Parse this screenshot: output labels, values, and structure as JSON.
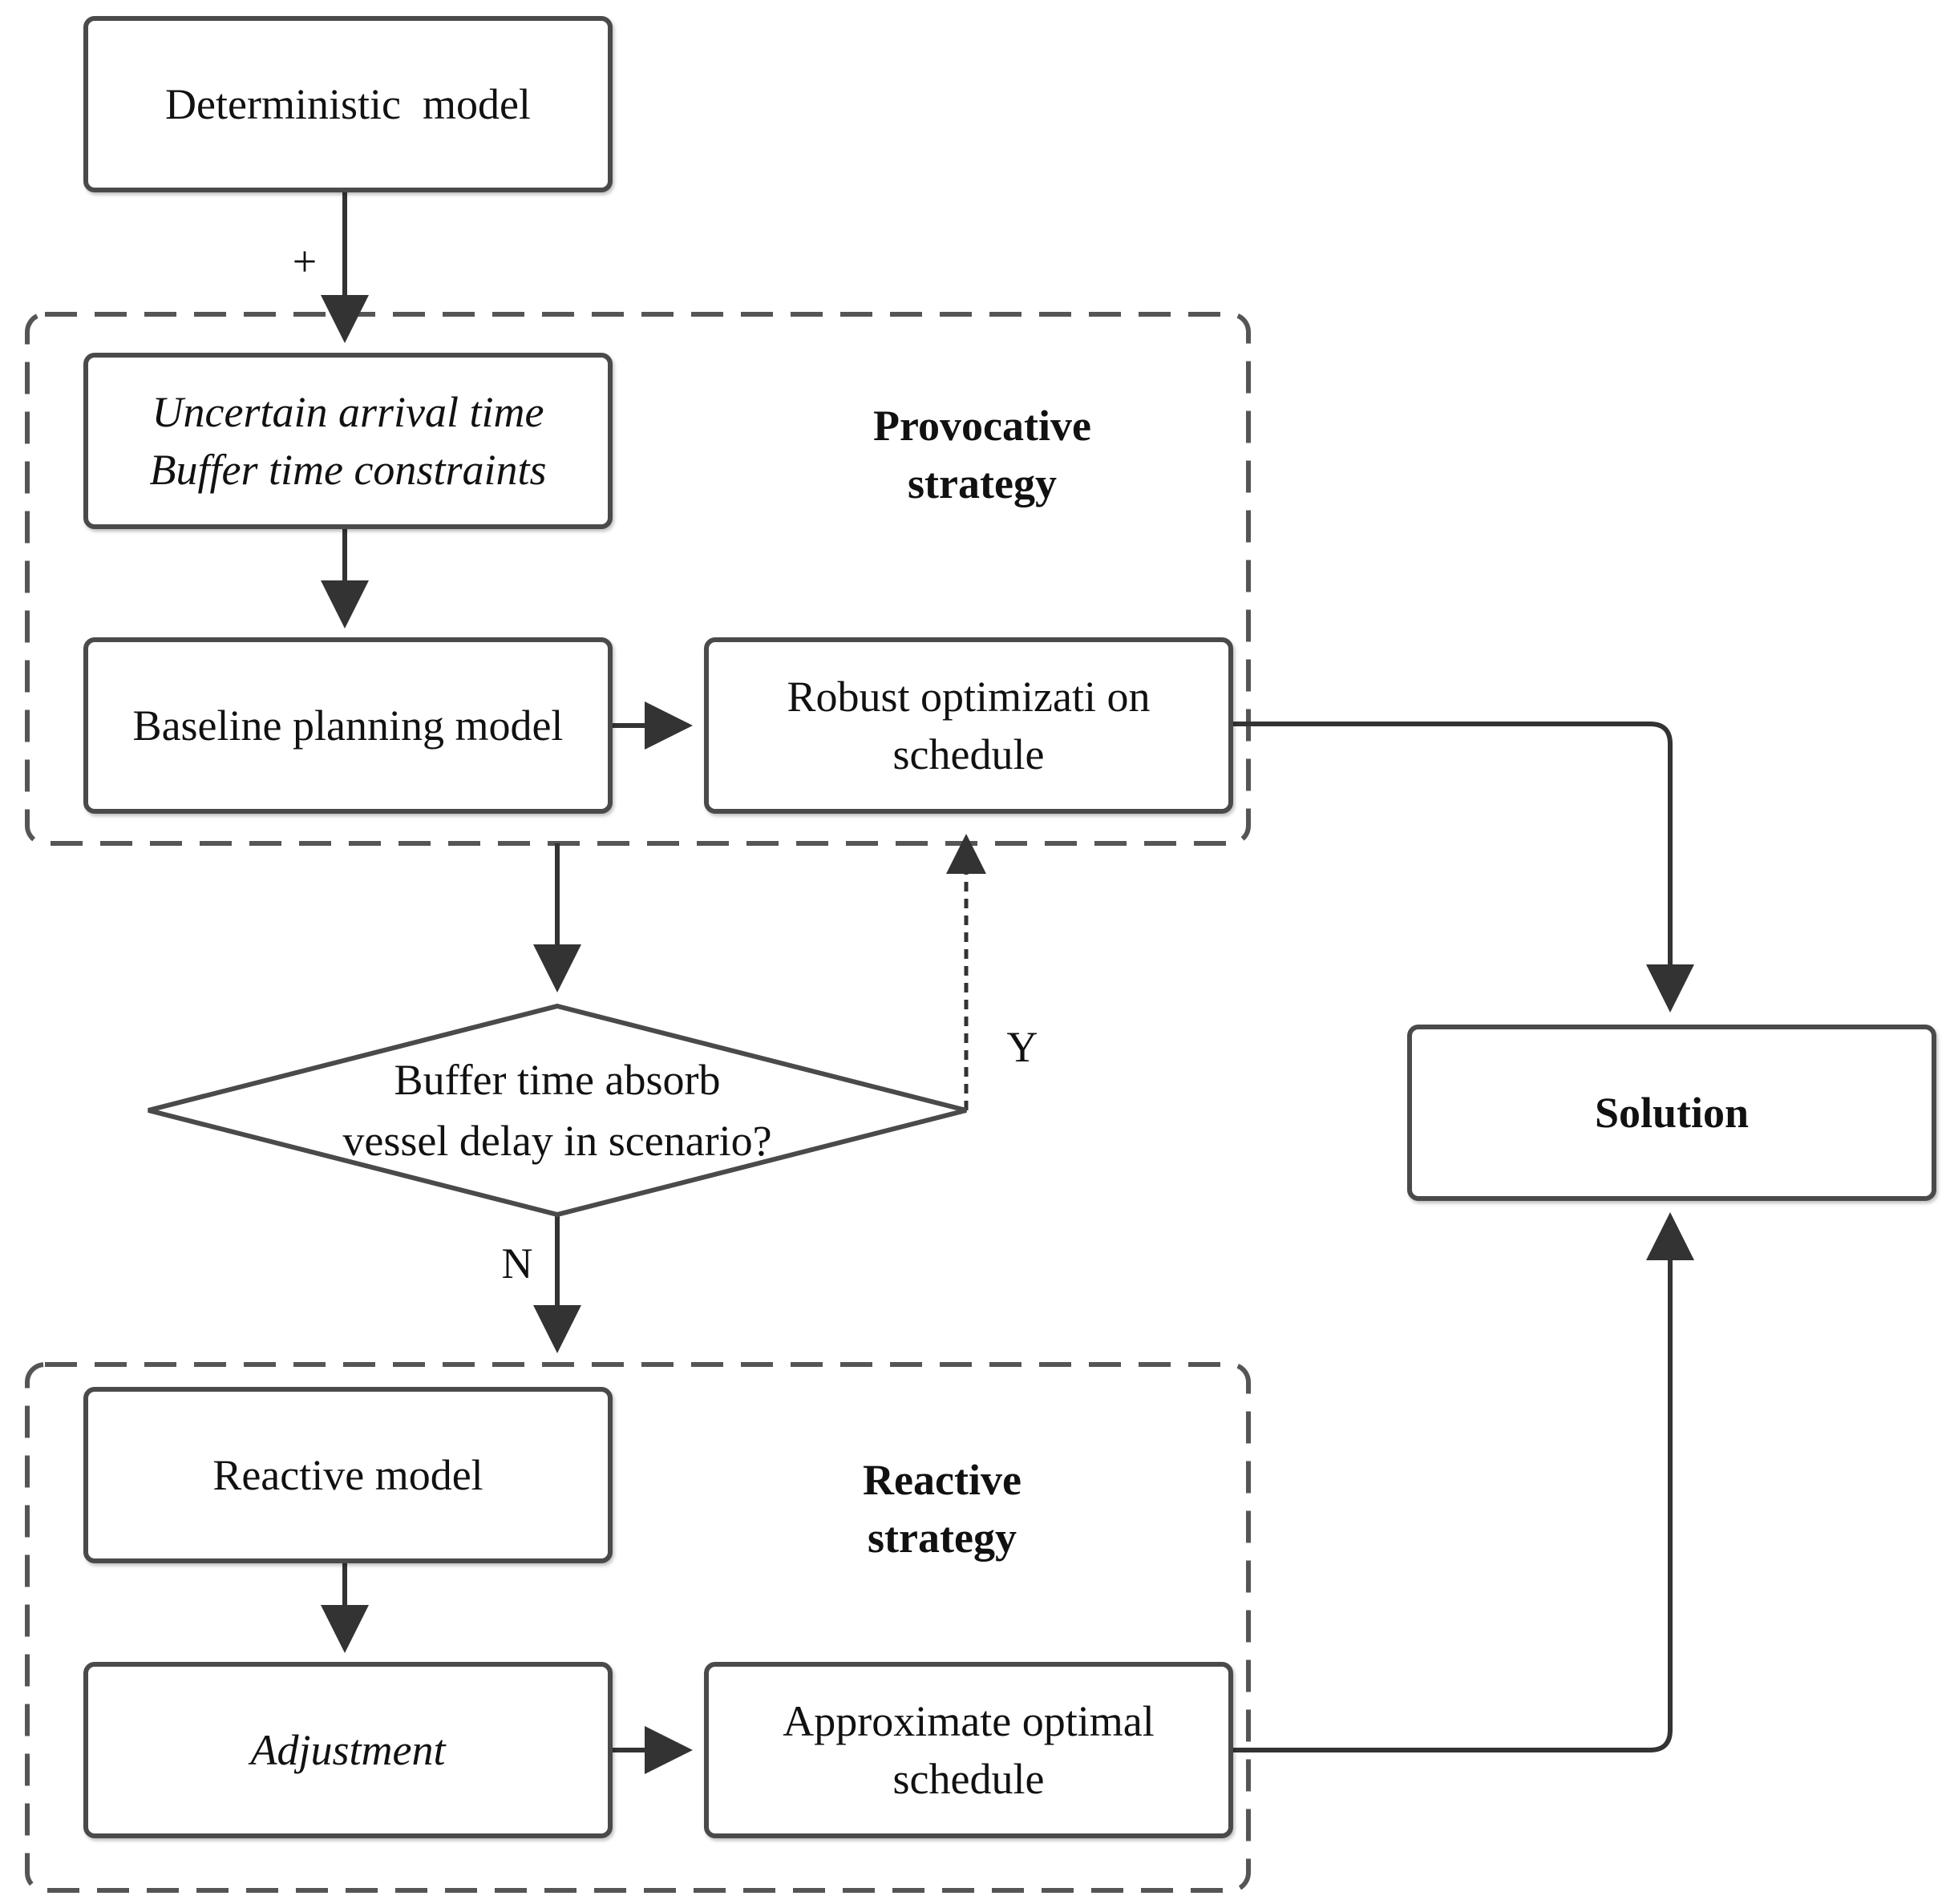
{
  "nodes": {
    "deterministic_model": "Deterministic  model",
    "uncertain_line1": "Uncertain arrival time",
    "uncertain_line2": "Buffer time constraints",
    "provocative_line1": "Provocative",
    "provocative_line2": "strategy",
    "baseline_planning": "Baseline planning model",
    "robust_line1": "Robust optimizati on",
    "robust_line2": "schedule",
    "decision_line1": "Buffer time absorb",
    "decision_line2": "vessel delay in scenario?",
    "solution": "Solution",
    "reactive_model": "Reactive model",
    "reactive_line1": "Reactive",
    "reactive_line2": "strategy",
    "adjustment": "Adjustment",
    "approx_line1": "Approximate optimal",
    "approx_line2": "schedule"
  },
  "edge_labels": {
    "plus": "+",
    "yes": "Y",
    "no": "N"
  },
  "colors": {
    "stroke": "#4a4a4a",
    "text": "#111111",
    "background": "#ffffff"
  }
}
